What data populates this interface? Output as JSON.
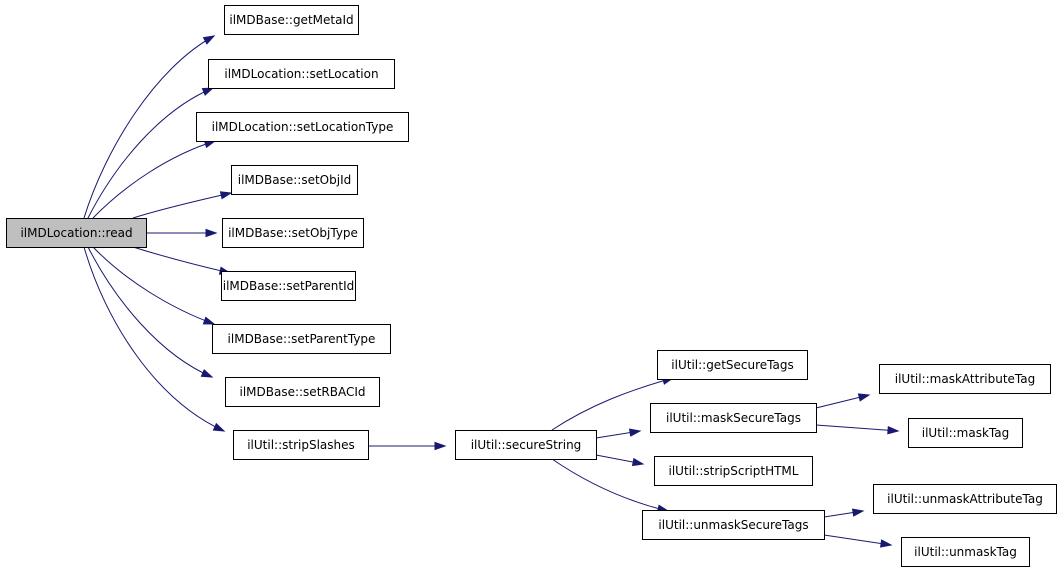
{
  "diagram": {
    "type": "call-graph",
    "colors": {
      "edge": "#191970",
      "root_fill": "#bfbfbf",
      "node_fill": "#ffffff",
      "border": "#000000"
    },
    "nodes": [
      {
        "id": "root",
        "label": "ilMDLocation::read"
      },
      {
        "id": "getMetaId",
        "label": "ilMDBase::getMetaId"
      },
      {
        "id": "setLocation",
        "label": "ilMDLocation::setLocation"
      },
      {
        "id": "setLocationType",
        "label": "ilMDLocation::setLocationType"
      },
      {
        "id": "setObjId",
        "label": "ilMDBase::setObjId"
      },
      {
        "id": "setObjType",
        "label": "ilMDBase::setObjType"
      },
      {
        "id": "setParentId",
        "label": "ilMDBase::setParentId"
      },
      {
        "id": "setParentType",
        "label": "ilMDBase::setParentType"
      },
      {
        "id": "setRBACId",
        "label": "ilMDBase::setRBACId"
      },
      {
        "id": "stripSlashes",
        "label": "ilUtil::stripSlashes"
      },
      {
        "id": "secureString",
        "label": "ilUtil::secureString"
      },
      {
        "id": "getSecureTags",
        "label": "ilUtil::getSecureTags"
      },
      {
        "id": "maskSecureTags",
        "label": "ilUtil::maskSecureTags"
      },
      {
        "id": "stripScriptHTML",
        "label": "ilUtil::stripScriptHTML"
      },
      {
        "id": "unmaskSecureTags",
        "label": "ilUtil::unmaskSecureTags"
      },
      {
        "id": "maskAttributeTag",
        "label": "ilUtil::maskAttributeTag"
      },
      {
        "id": "maskTag",
        "label": "ilUtil::maskTag"
      },
      {
        "id": "unmaskAttributeTag",
        "label": "ilUtil::unmaskAttributeTag"
      },
      {
        "id": "unmaskTag",
        "label": "ilUtil::unmaskTag"
      }
    ],
    "edges": [
      {
        "from": "root",
        "to": "getMetaId"
      },
      {
        "from": "root",
        "to": "setLocation"
      },
      {
        "from": "root",
        "to": "setLocationType"
      },
      {
        "from": "root",
        "to": "setObjId"
      },
      {
        "from": "root",
        "to": "setObjType"
      },
      {
        "from": "root",
        "to": "setParentId"
      },
      {
        "from": "root",
        "to": "setParentType"
      },
      {
        "from": "root",
        "to": "setRBACId"
      },
      {
        "from": "root",
        "to": "stripSlashes"
      },
      {
        "from": "stripSlashes",
        "to": "secureString"
      },
      {
        "from": "secureString",
        "to": "getSecureTags"
      },
      {
        "from": "secureString",
        "to": "maskSecureTags"
      },
      {
        "from": "secureString",
        "to": "stripScriptHTML"
      },
      {
        "from": "secureString",
        "to": "unmaskSecureTags"
      },
      {
        "from": "maskSecureTags",
        "to": "maskAttributeTag"
      },
      {
        "from": "maskSecureTags",
        "to": "maskTag"
      },
      {
        "from": "unmaskSecureTags",
        "to": "unmaskAttributeTag"
      },
      {
        "from": "unmaskSecureTags",
        "to": "unmaskTag"
      }
    ]
  }
}
